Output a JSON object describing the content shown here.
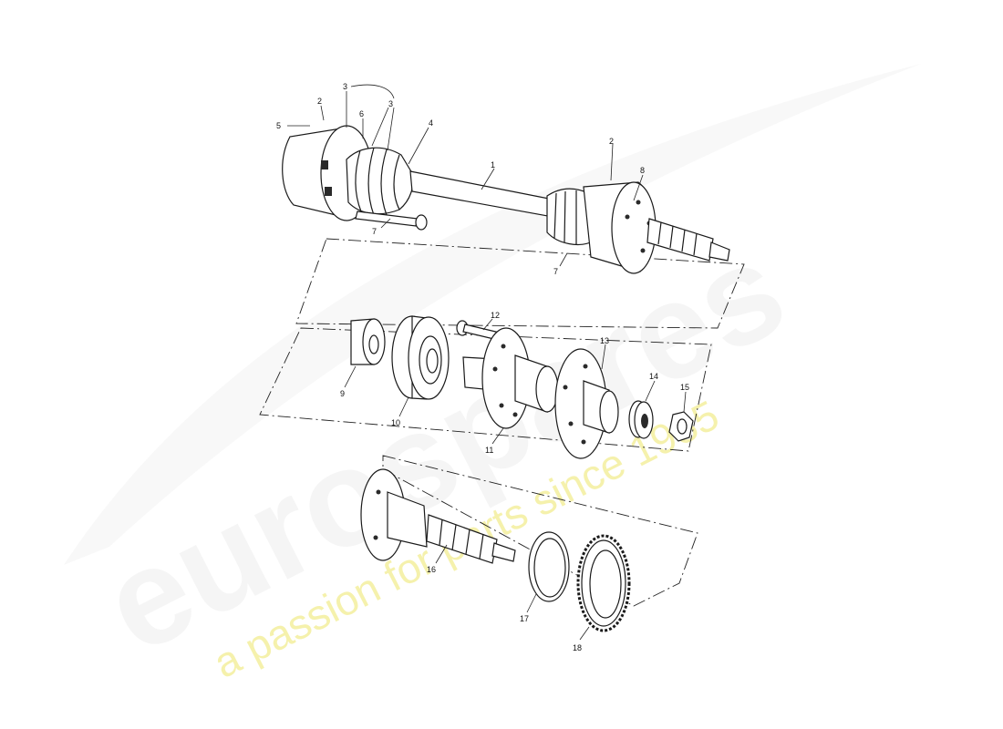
{
  "watermark": {
    "brand": "eurospares",
    "tagline": "a passion for parts since 1985"
  },
  "callouts": {
    "c1": "1",
    "c2a": "2",
    "c2b": "2",
    "c3a": "3",
    "c3b": "3",
    "c4": "4",
    "c5": "5",
    "c6": "6",
    "c7a": "7",
    "c7b": "7",
    "c8": "8",
    "c9": "9",
    "c10": "10",
    "c11": "11",
    "c12": "12",
    "c13": "13",
    "c14": "14",
    "c15": "15",
    "c16": "16",
    "c17": "17",
    "c18": "18"
  }
}
